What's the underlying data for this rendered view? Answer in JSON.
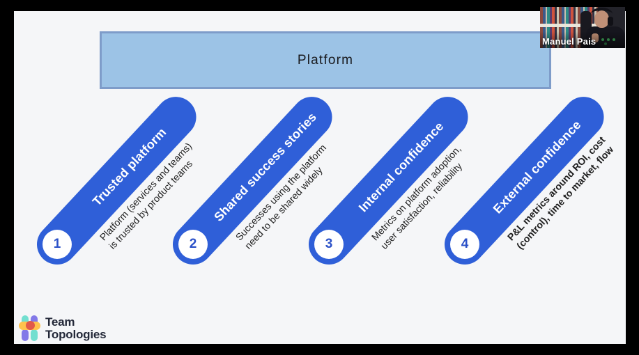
{
  "slide": {
    "title": "Platform",
    "steps": [
      {
        "number": "1",
        "label": "Trusted platform",
        "desc1": "Platform (services and teams)",
        "desc2": "is trusted by product teams"
      },
      {
        "number": "2",
        "label": "Shared success stories",
        "desc1": "Successes using the platform",
        "desc2": "need to be shared widely"
      },
      {
        "number": "3",
        "label": "Internal confidence",
        "desc1": "Metrics on platform adoption,",
        "desc2": "user satisfaction, reliability"
      },
      {
        "number": "4",
        "label": "External confidence",
        "desc1": "P&L metrics around ROI, cost",
        "desc2": "(control), time to market, flow"
      }
    ],
    "logo": {
      "line1": "Team",
      "line2": "Topologies"
    }
  },
  "webcam": {
    "name": "Manuel Pais"
  },
  "colors": {
    "pill_blue": "#2f5fd8",
    "platform_fill": "#9cc3e6",
    "platform_border": "#7e9cc9",
    "slide_background": "#f5f6f8",
    "letterbox": "#000000",
    "logo_teal": "#72dfd0",
    "logo_purple": "#8379e8",
    "logo_yellow": "#ffc34d",
    "logo_red": "#e25a4a"
  }
}
